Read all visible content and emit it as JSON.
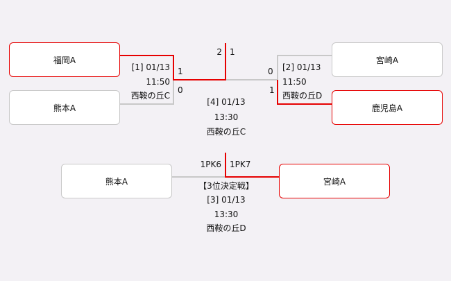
{
  "colors": {
    "win": "#e60000",
    "lose": "#c8c8c8"
  },
  "semifinals": [
    {
      "top_team": "福岡A",
      "bottom_team": "熊本A",
      "top_score": "1",
      "bottom_score": "0",
      "winner": "top",
      "info": {
        "number": "[1] 01/13",
        "time": "11:50",
        "venue": "西鞍の丘C"
      }
    },
    {
      "top_team": "宮崎A",
      "bottom_team": "鹿児島A",
      "top_score": "0",
      "bottom_score": "1",
      "winner": "bottom",
      "info": {
        "number": "[2] 01/13",
        "time": "11:50",
        "venue": "西鞍の丘D"
      }
    }
  ],
  "final": {
    "left_score": "2",
    "right_score": "1",
    "winner": "left",
    "info": {
      "number": "[4] 01/13",
      "time": "13:30",
      "venue": "西鞍の丘C"
    }
  },
  "third_place": {
    "title": "【3位決定戦】",
    "left_team": "熊本A",
    "right_team": "宮崎A",
    "left_score": "1PK6",
    "right_score": "1PK7",
    "winner": "right",
    "info": {
      "number": "[3] 01/13",
      "time": "13:30",
      "venue": "西鞍の丘D"
    }
  }
}
